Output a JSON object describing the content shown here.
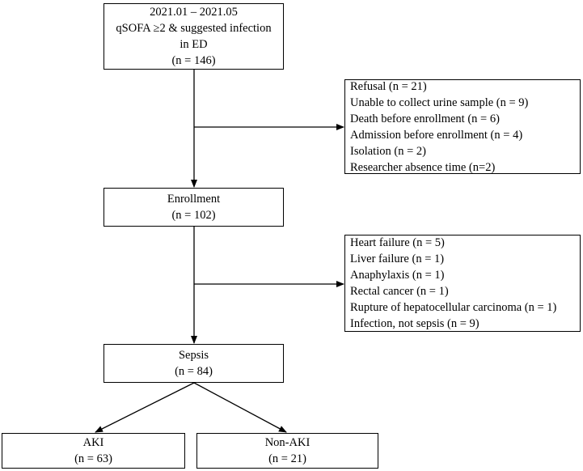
{
  "flowchart": {
    "screened": {
      "lines": [
        "2021.01 – 2021.05",
        "qSOFA ≥2 & suggested infection",
        "in ED",
        "(n = 146)"
      ]
    },
    "exclusion_1": {
      "items": [
        "Refusal (n = 21)",
        "Unable to collect urine sample (n = 9)",
        "Death before enrollment (n = 6)",
        "Admission before enrollment (n = 4)",
        "Isolation (n = 2)",
        "Researcher absence time (n=2)"
      ]
    },
    "enrollment": {
      "lines": [
        "Enrollment",
        "(n = 102)"
      ]
    },
    "exclusion_2": {
      "items": [
        "Heart failure (n = 5)",
        "Liver failure (n = 1)",
        "Anaphylaxis (n = 1)",
        "Rectal cancer (n = 1)",
        "Rupture of hepatocellular carcinoma (n = 1)",
        "Infection, not sepsis (n = 9)"
      ]
    },
    "sepsis": {
      "lines": [
        "Sepsis",
        "(n = 84)"
      ]
    },
    "aki": {
      "lines": [
        "AKI",
        "(n = 63)"
      ]
    },
    "non_aki": {
      "lines": [
        "Non-AKI",
        "(n = 21)"
      ]
    }
  }
}
